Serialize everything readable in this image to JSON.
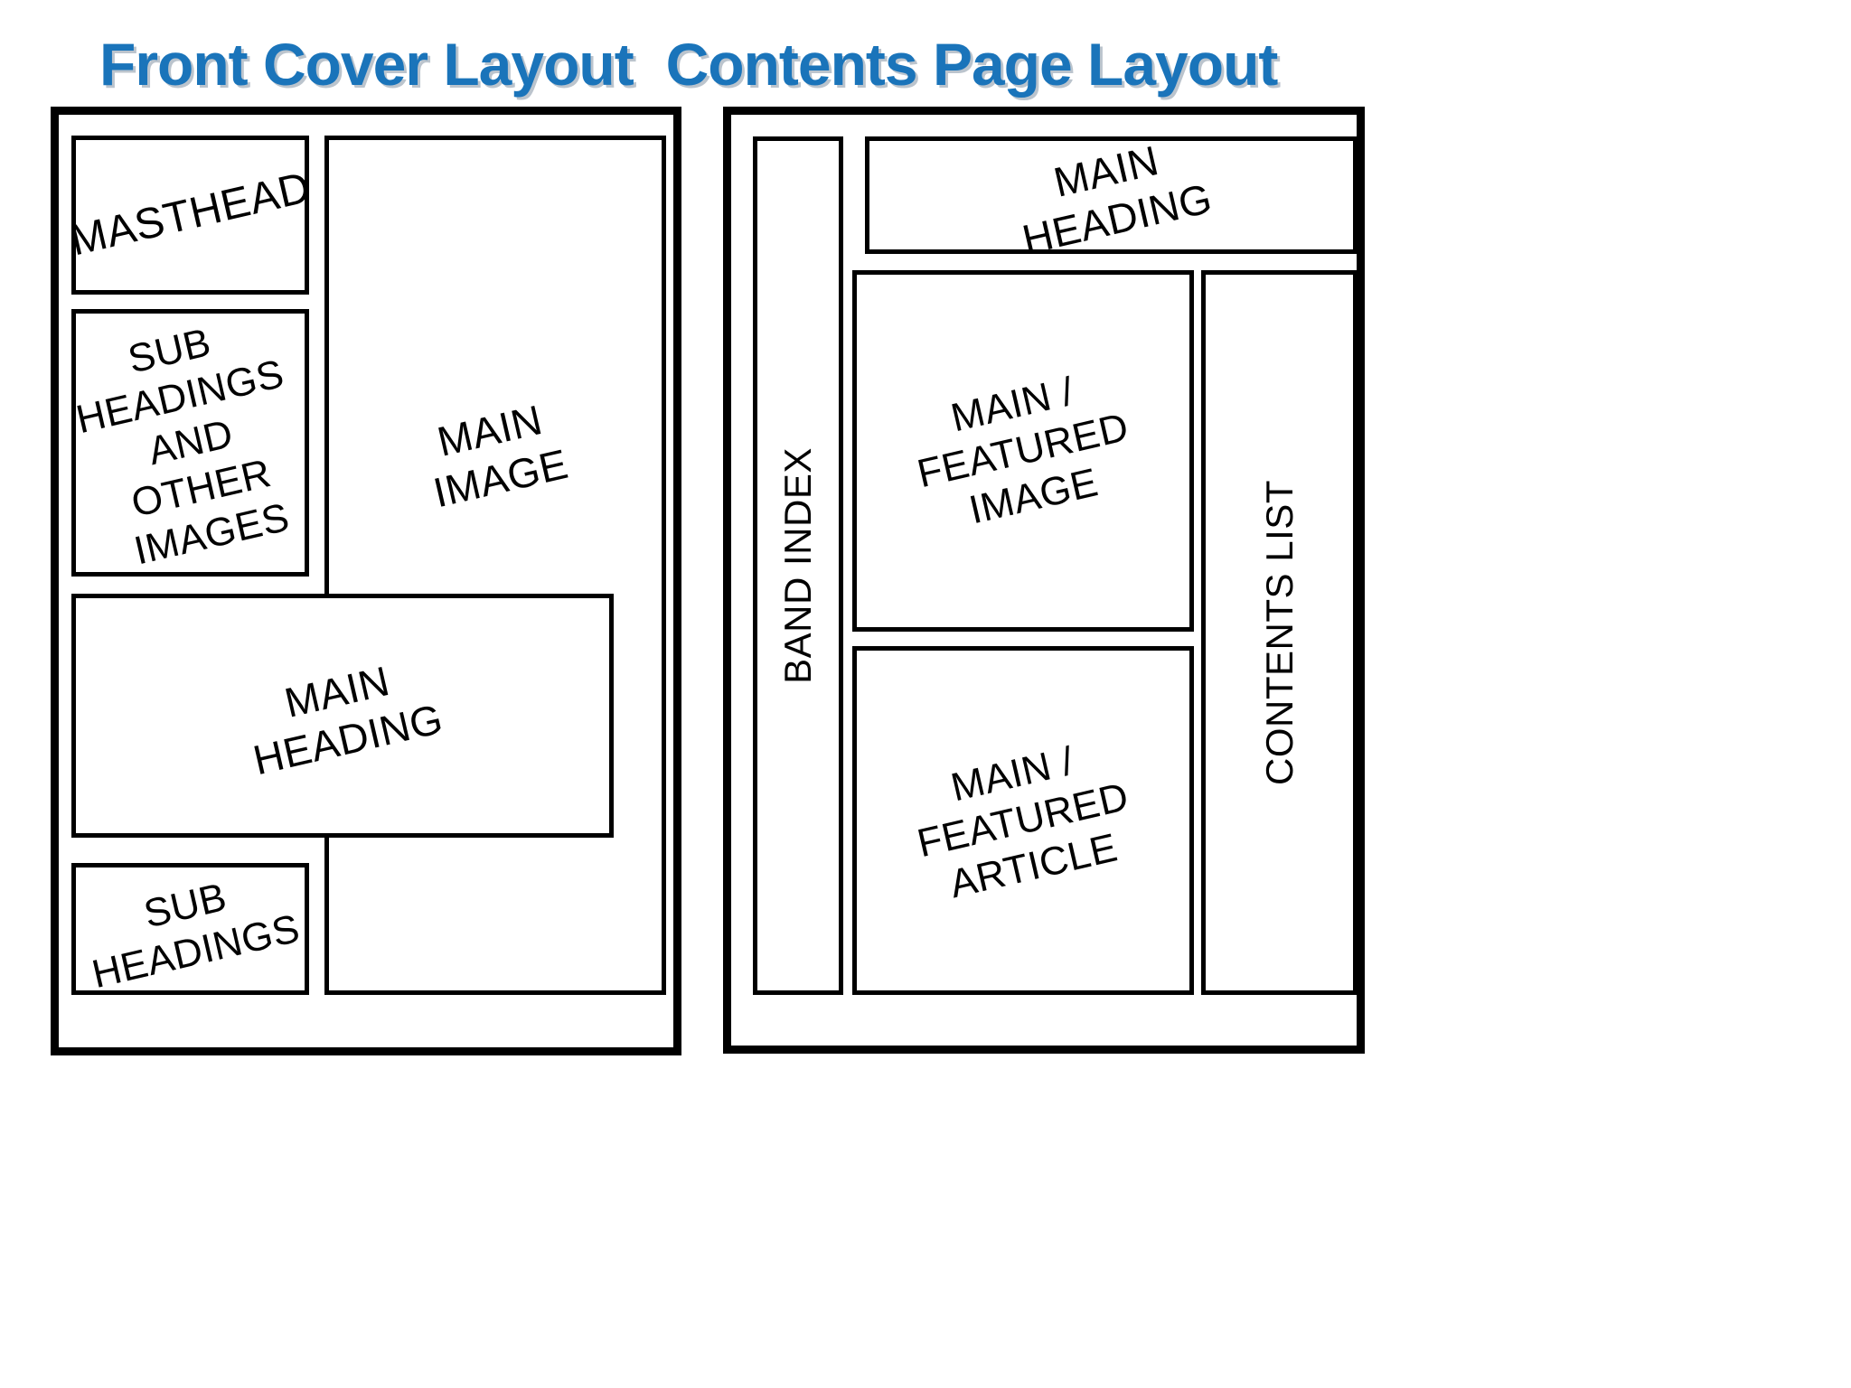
{
  "page": {
    "background_color": "#ffffff",
    "ink_color": "#000000",
    "title_color": "#1a74ba"
  },
  "diagrams": [
    {
      "id": "front-cover",
      "title": "Front Cover Layout",
      "regions": [
        {
          "key": "masthead",
          "label": "MASTHEAD",
          "orientation": "tilted"
        },
        {
          "key": "sub_headings",
          "label": "SUB\nHEADINGS\nAND\nOTHER\nIMAGES",
          "orientation": "tilted"
        },
        {
          "key": "main_image",
          "label": "MAIN IMAGE",
          "orientation": "tilted"
        },
        {
          "key": "main_heading",
          "label": "MAIN HEADING",
          "orientation": "tilted"
        },
        {
          "key": "sub_headings_2",
          "label": "SUB\nHEADINGS",
          "orientation": "tilted"
        }
      ]
    },
    {
      "id": "contents-page",
      "title": "Contents Page Layout",
      "regions": [
        {
          "key": "band_index",
          "label": "BAND INDEX",
          "orientation": "vertical"
        },
        {
          "key": "main_heading",
          "label": "MAIN HEADING",
          "orientation": "tilted"
        },
        {
          "key": "featured_image",
          "label": "MAIN / FEATURED\nIMAGE",
          "orientation": "tilted"
        },
        {
          "key": "featured_article",
          "label": "MAIN / FEATURED\nARTICLE",
          "orientation": "tilted"
        },
        {
          "key": "contents_list",
          "label": "CONTENTS LIST",
          "orientation": "vertical"
        }
      ]
    }
  ]
}
